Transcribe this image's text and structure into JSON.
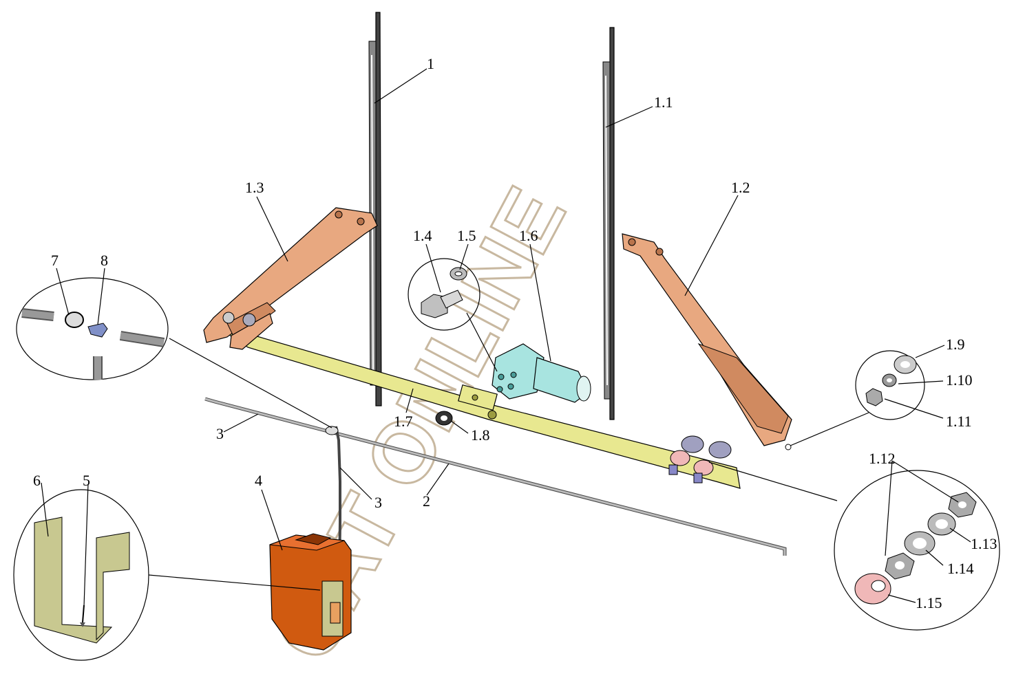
{
  "diagram": {
    "labels": {
      "l1": "1",
      "l1_1": "1.1",
      "l1_2": "1.2",
      "l1_3": "1.3",
      "l1_4": "1.4",
      "l1_5": "1.5",
      "l1_6": "1.6",
      "l1_7": "1.7",
      "l1_8": "1.8",
      "l1_9": "1.9",
      "l1_10": "1.10",
      "l1_11": "1.11",
      "l1_12": "1.12",
      "l1_13": "1.13",
      "l1_14": "1.14",
      "l1_15": "1.15",
      "l2": "2",
      "l3a": "3",
      "l3b": "3",
      "l4": "4",
      "l5": "5",
      "l6": "6",
      "l7": "7",
      "l8": "8"
    },
    "watermark": "CAT ONLINE",
    "colors": {
      "arm": "#e8a880",
      "arm_dark": "#b8744c",
      "linkage": "#e8e890",
      "linkage_dark": "#9c9c40",
      "motor": "#a8e4e0",
      "motor_dark": "#4a9c98",
      "tank": "#d05a10",
      "tank_dark": "#8a3506",
      "bracket": "#c8c890",
      "metal": "#b0b0b0",
      "metal_dark": "#555555",
      "pink": "#f0b8b8",
      "blade": "#444444"
    }
  }
}
